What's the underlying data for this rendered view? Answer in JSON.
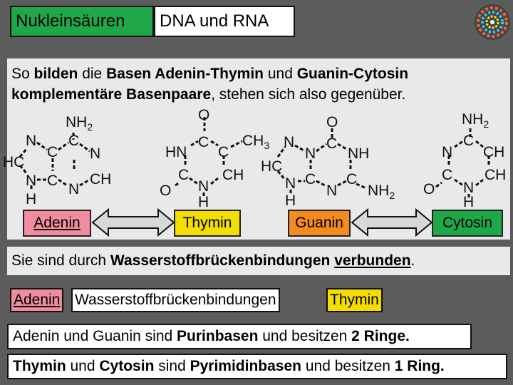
{
  "header": {
    "title_left": "Nukleinsäuren",
    "title_right": "DNA und RNA"
  },
  "intro": {
    "p1": "So ",
    "p2": "bilden",
    "p3": " die ",
    "p4": "Basen Adenin-Thymin",
    "p5": " und ",
    "p6": "Guanin-Cytosin",
    "p7": "komplementäre Basenpaare",
    "p8": ", stehen sich also gegenüber."
  },
  "bases": {
    "adenin": "Adenin",
    "thymin": "Thymin",
    "guanin": "Guanin",
    "cytosin": "Cytosin"
  },
  "atoms": {
    "N": "N",
    "C": "C",
    "H": "H",
    "O": "O",
    "HC": "HC",
    "CH": "CH",
    "NH": "NH",
    "HN": "HN",
    "NH2": "NH",
    "CH3": "CH",
    "sub2": "2",
    "sub3": "3"
  },
  "sentence": {
    "part1": "Sie sind durch ",
    "part2": "Wasserstoffbrückenbindungen",
    "part3": " ",
    "part4": "verbunden",
    "part5": "."
  },
  "pair": {
    "adenin": "Adenin",
    "bond": "Wasserstoffbrückenbindungen",
    "thymin": "Thymin"
  },
  "facts": {
    "line1_a": "Adenin",
    "line1_b": " und ",
    "line1_c": "Guanin",
    "line1_d": " sind ",
    "line1_e": "Purinbasen",
    "line1_f": " und besitzen ",
    "line1_g": "2 Ringe.",
    "line2_a": "Thymin",
    "line2_b": " und ",
    "line2_c": "Cytosin",
    "line2_d": " sind ",
    "line2_e": "Pyrimidinbasen",
    "line2_f": " und besitzen ",
    "line2_g": "1 Ring."
  },
  "colors": {
    "green": "#1fa84a",
    "cyan": "#29c2e6",
    "orange": "#f58a1f",
    "pink": "#f08ca0",
    "yellow": "#f4dd00",
    "background": "#5c5c5c",
    "panel": "#e9e9e9"
  },
  "icons": {
    "logo": "mandala-logo-icon"
  }
}
